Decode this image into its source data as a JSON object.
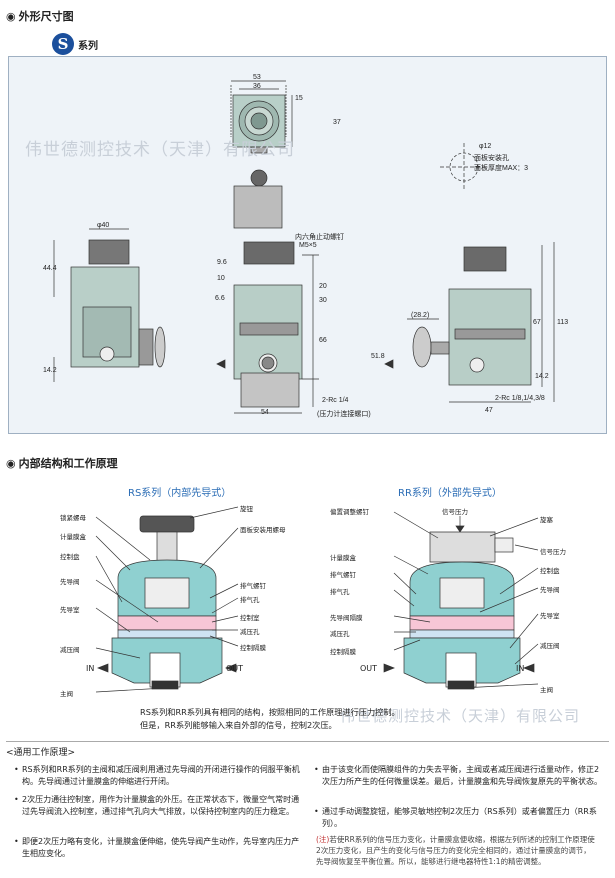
{
  "section1": {
    "bullet": "◉",
    "title": "外形尺寸图"
  },
  "series_badge": {
    "logo": "S",
    "label": "系列"
  },
  "watermark1": "伟世德测控技术（天津）有限公司",
  "watermark2": "伟世德测控技术（天津）有限公司",
  "dims": {
    "d53": "53",
    "d36": "36",
    "d15": "15",
    "d37": "37",
    "phi12": "φ12",
    "panel_hole": "面板安装孔",
    "panel_thk": "面板厚度MAX：3",
    "phi40": "φ40",
    "d44_4": "44.4",
    "d14_2a": "14.2",
    "hex": "内六角止动螺钉",
    "m5": "M5×5",
    "d9_6": "9.6",
    "d10": "10",
    "d6_6": "6.6",
    "d20": "20",
    "d30": "30",
    "d66": "66",
    "d54": "54",
    "port": "2-Rc 1/4",
    "port_note": "(压力计连接螺口)",
    "d28_2": "(28.2)",
    "d51_8": "51.8",
    "d67": "67",
    "d113": "113",
    "d14_2b": "14.2",
    "d47": "47",
    "port2": "2-Rc 1/8,1/4,3/8"
  },
  "section2": {
    "bullet": "◉",
    "title": "内部结构和工作原理"
  },
  "rs": {
    "title": "RS系列（内部先导式）",
    "labels_left": [
      "锁紧螺母",
      "计量膜盒",
      "控制盘",
      "先导阀",
      "先导室",
      "减压阀",
      "主阀"
    ],
    "labels_right": [
      "旋钮",
      "面板安装用螺母",
      "排气螺钉",
      "排气孔",
      "控制室",
      "减压孔",
      "控制隔膜"
    ],
    "in": "IN",
    "out": "OUT"
  },
  "rr": {
    "title": "RR系列（外部先导式）",
    "top_label": "信号压力",
    "labels_left": [
      "偏置调整螺钉",
      "计量膜盒",
      "排气螺钉",
      "排气孔",
      "先导阀隔膜",
      "减压孔",
      "控制隔膜"
    ],
    "labels_right": [
      "旋塞",
      "信号压力",
      "控制盘",
      "先导阀",
      "先导室",
      "减压阀",
      "主阀"
    ],
    "in": "IN",
    "out": "OUT"
  },
  "center_note": [
    "RS系列和RR系列具有相同的结构，按照相同的工作原理进行压力控制。",
    "但是，RR系列能够输入来自外部的信号，控制2次压。"
  ],
  "notes": {
    "heading": "<通用工作原理>",
    "left": [
      "RS系列和RR系列的主阀和减压阀利用通过先导阀的开闭进行操作的伺服平衡机构。先导阀通过计量膜盒的伸缩进行开闭。",
      "2次压力通往控制室，用作为计量膜盒的外压。在正常状态下，微量空气常时通过先导阀流入控制室，通过排气孔向大气排放，以保持控制室内的压力稳定。",
      "即便2次压力略有变化，计量膜盒便伸缩，使先导阀产生动作，先导室内压力产生相应变化。"
    ],
    "right": [
      "由于该变化而使隔膜组件的力失去平衡，主阀或者减压阀进行适量动作，修正2次压力所产生的任何微量误差。最后，计量膜盒和先导阀恢复原先的平衡状态。",
      "通过手动调整旋钮，能够灵敏地控制2次压力（RS系列）或者偏置压力（RR系列）。"
    ],
    "note_tag": "(注)",
    "note_text": "若使RR系列的信号压力变化，计量膜盒便收缩，根据左列所述的控制工作原理使2次压力变化，且产生的变化与信号压力的变化完全相同的，通过计量膜盒的调节，先导阀恢复至平衡位置。所以，能够进行继电器特性1:1的精密调整。"
  }
}
